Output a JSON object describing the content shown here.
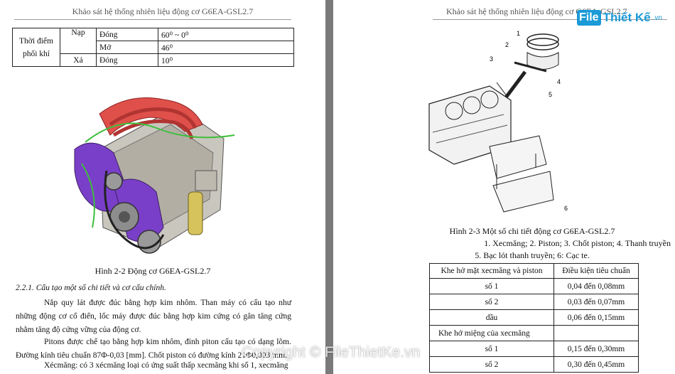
{
  "left": {
    "header": "Khảo sát hệ thống nhiên liệu động cơ G6EA-GSL2.7",
    "table": {
      "group": "Thời điểm phối khí",
      "rows": [
        {
          "phase": "Nạp",
          "action": "Đóng",
          "value": "60⁰ ~ 0⁰"
        },
        {
          "phase": "",
          "action": "Mở",
          "value": "46⁰"
        },
        {
          "phase": "Xả",
          "action": "Đóng",
          "value": "10⁰"
        }
      ]
    },
    "figure_caption": "Hình 2-2 Động cơ G6EA-GSL2.7",
    "section_heading": "2.2.1. Cấu tạo một số chi tiết và cơ cấu chính.",
    "paragraphs": [
      "Nắp quy lát được đúc bằng hợp kim nhôm. Than máy có cấu tạo như những động cơ cổ điển, lốc máy được đúc bằng hợp kim cứng có gân tăng cứng nhằm tăng độ cứng vững của động cơ.",
      "Pitons được chế tạo bằng hợp kim nhôm, đỉnh piton cấu tạo có dạng lõm. Đường kính tiêu chuẩn 87Φ-0,03 [mm]. Chốt piston có đường kính 21Φ0,003 mm.",
      "Xécmăng: có 3 xécmăng loại có ứng suất thấp xecmăng khi số 1, xecmăng"
    ]
  },
  "right": {
    "header": "Khảo sát hệ thống nhiên liệu động cơ G6EA-GSL2.7",
    "diagram_labels": [
      "1",
      "2",
      "3",
      "4",
      "5",
      "6"
    ],
    "caption_lines": [
      "Hình 2-3 Một số chi tiết động cơ G6EA-GSL2.7",
      "1. Xecmăng; 2. Piston; 3. Chốt piston; 4. Thanh truyền",
      "5. Bạc lót thanh truyền; 6: Cạc te."
    ],
    "table": {
      "headers": [
        "Khe hở mặt xecmăng và piston",
        "Điều kiện tiêu chuẩn"
      ],
      "rows": [
        [
          "số 1",
          "0,04 đến 0,08mm"
        ],
        [
          "số 2",
          "0,03 đến 0,07mm"
        ],
        [
          "dầu",
          "0,06 đến 0,15mm"
        ],
        [
          "Khe hở miệng của xecmăng",
          ""
        ],
        [
          "số 1",
          "0,15 đến 0,30mm"
        ],
        [
          "số 2",
          "0,30 đến 0,45mm"
        ]
      ]
    }
  },
  "logo": {
    "box": "File",
    "text": "Thiết Kế",
    "suffix": ".vn"
  },
  "watermark": "Copyright © FileThietKe.vn",
  "colors": {
    "logo": "#1b9ad6",
    "engine_intake": "#e0504a",
    "engine_cover": "#7a3fc8"
  }
}
